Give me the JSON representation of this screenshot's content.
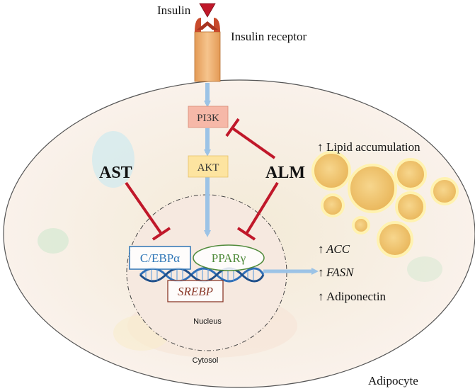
{
  "labels": {
    "insulin": "Insulin",
    "insulin_receptor": "Insulin receptor",
    "pi3k": "PI3K",
    "akt": "AKT",
    "ast": "AST",
    "alm": "ALM",
    "cebpa": "C/EBPα",
    "ppary": "PPARγ",
    "srebp": "SREBP",
    "nucleus": "Nucleus",
    "cytosol": "Cytosol",
    "adipocyte": "Adipocyte",
    "lipid_accumulation": "Lipid accumulation",
    "acc": "ACC",
    "fasn": "FASN",
    "adiponectin": "Adiponectin",
    "up_arrow": "↑"
  },
  "colors": {
    "inhibit": "#c0182a",
    "flow_arrow": "#9cc3e6",
    "receptor": "#e8a86a",
    "pi3k_fill": "#f6b8a8",
    "akt_fill": "#fde4a0",
    "cebpa_stroke": "#2e75b6",
    "ppary_stroke": "#4f8a3a",
    "srebp_stroke": "#8b3a2a",
    "lipid_fill": "#f2c46a",
    "lipid_ring": "#fff2b0"
  }
}
